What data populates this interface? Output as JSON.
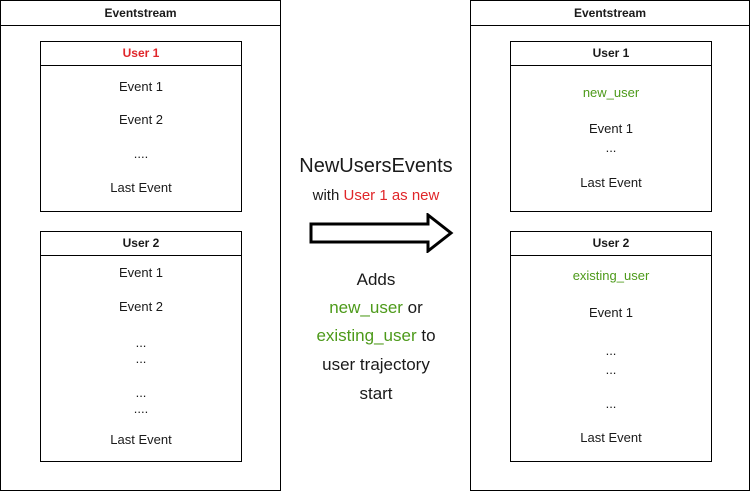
{
  "colors": {
    "red": "#e0262a",
    "green": "#4d9a1a"
  },
  "left_panel": {
    "title": "Eventstream",
    "user1": {
      "header": "User 1",
      "events": [
        "Event 1",
        "Event 2",
        "....",
        "Last Event"
      ]
    },
    "user2": {
      "header": "User 2",
      "events": [
        "Event 1",
        "Event 2",
        "...",
        "...",
        "...",
        "....",
        "Last Event"
      ]
    }
  },
  "middle": {
    "title": "NewUsersEvents",
    "subtitle_prefix": "with ",
    "subtitle_highlight": "User 1 as new",
    "arrow_icon": "right-arrow-icon",
    "desc_line1": "Adds",
    "desc_new_user": "new_user",
    "desc_or": " or",
    "desc_existing_user": "existing_user",
    "desc_to": " to",
    "desc_line4": "user trajectory",
    "desc_line5": "start"
  },
  "right_panel": {
    "title": "Eventstream",
    "user1": {
      "header": "User 1",
      "marker": "new_user",
      "events": [
        "Event 1",
        "...",
        "Last Event"
      ]
    },
    "user2": {
      "header": "User 2",
      "marker": "existing_user",
      "events": [
        "Event 1",
        "...",
        "...",
        "...",
        "Last Event"
      ]
    }
  }
}
